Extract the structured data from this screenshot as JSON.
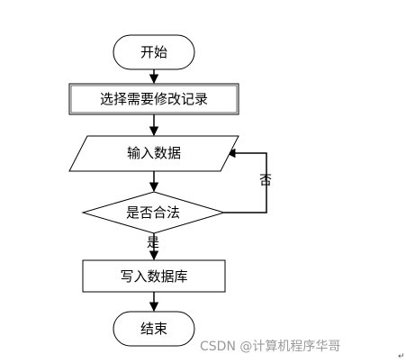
{
  "flowchart": {
    "start": "开始",
    "select_record": "选择需要修改记录",
    "input_data": "输入数据",
    "is_valid": "是否合法",
    "write_db": "写入数据库",
    "end": "结束",
    "label_no": "否",
    "label_yes": "是"
  },
  "watermark": "CSDN @计算机程序华哥",
  "colors": {
    "stroke": "#000000",
    "node_fill": "#ffffff",
    "edge": "#000000",
    "watermark": "#9a9a9a"
  }
}
